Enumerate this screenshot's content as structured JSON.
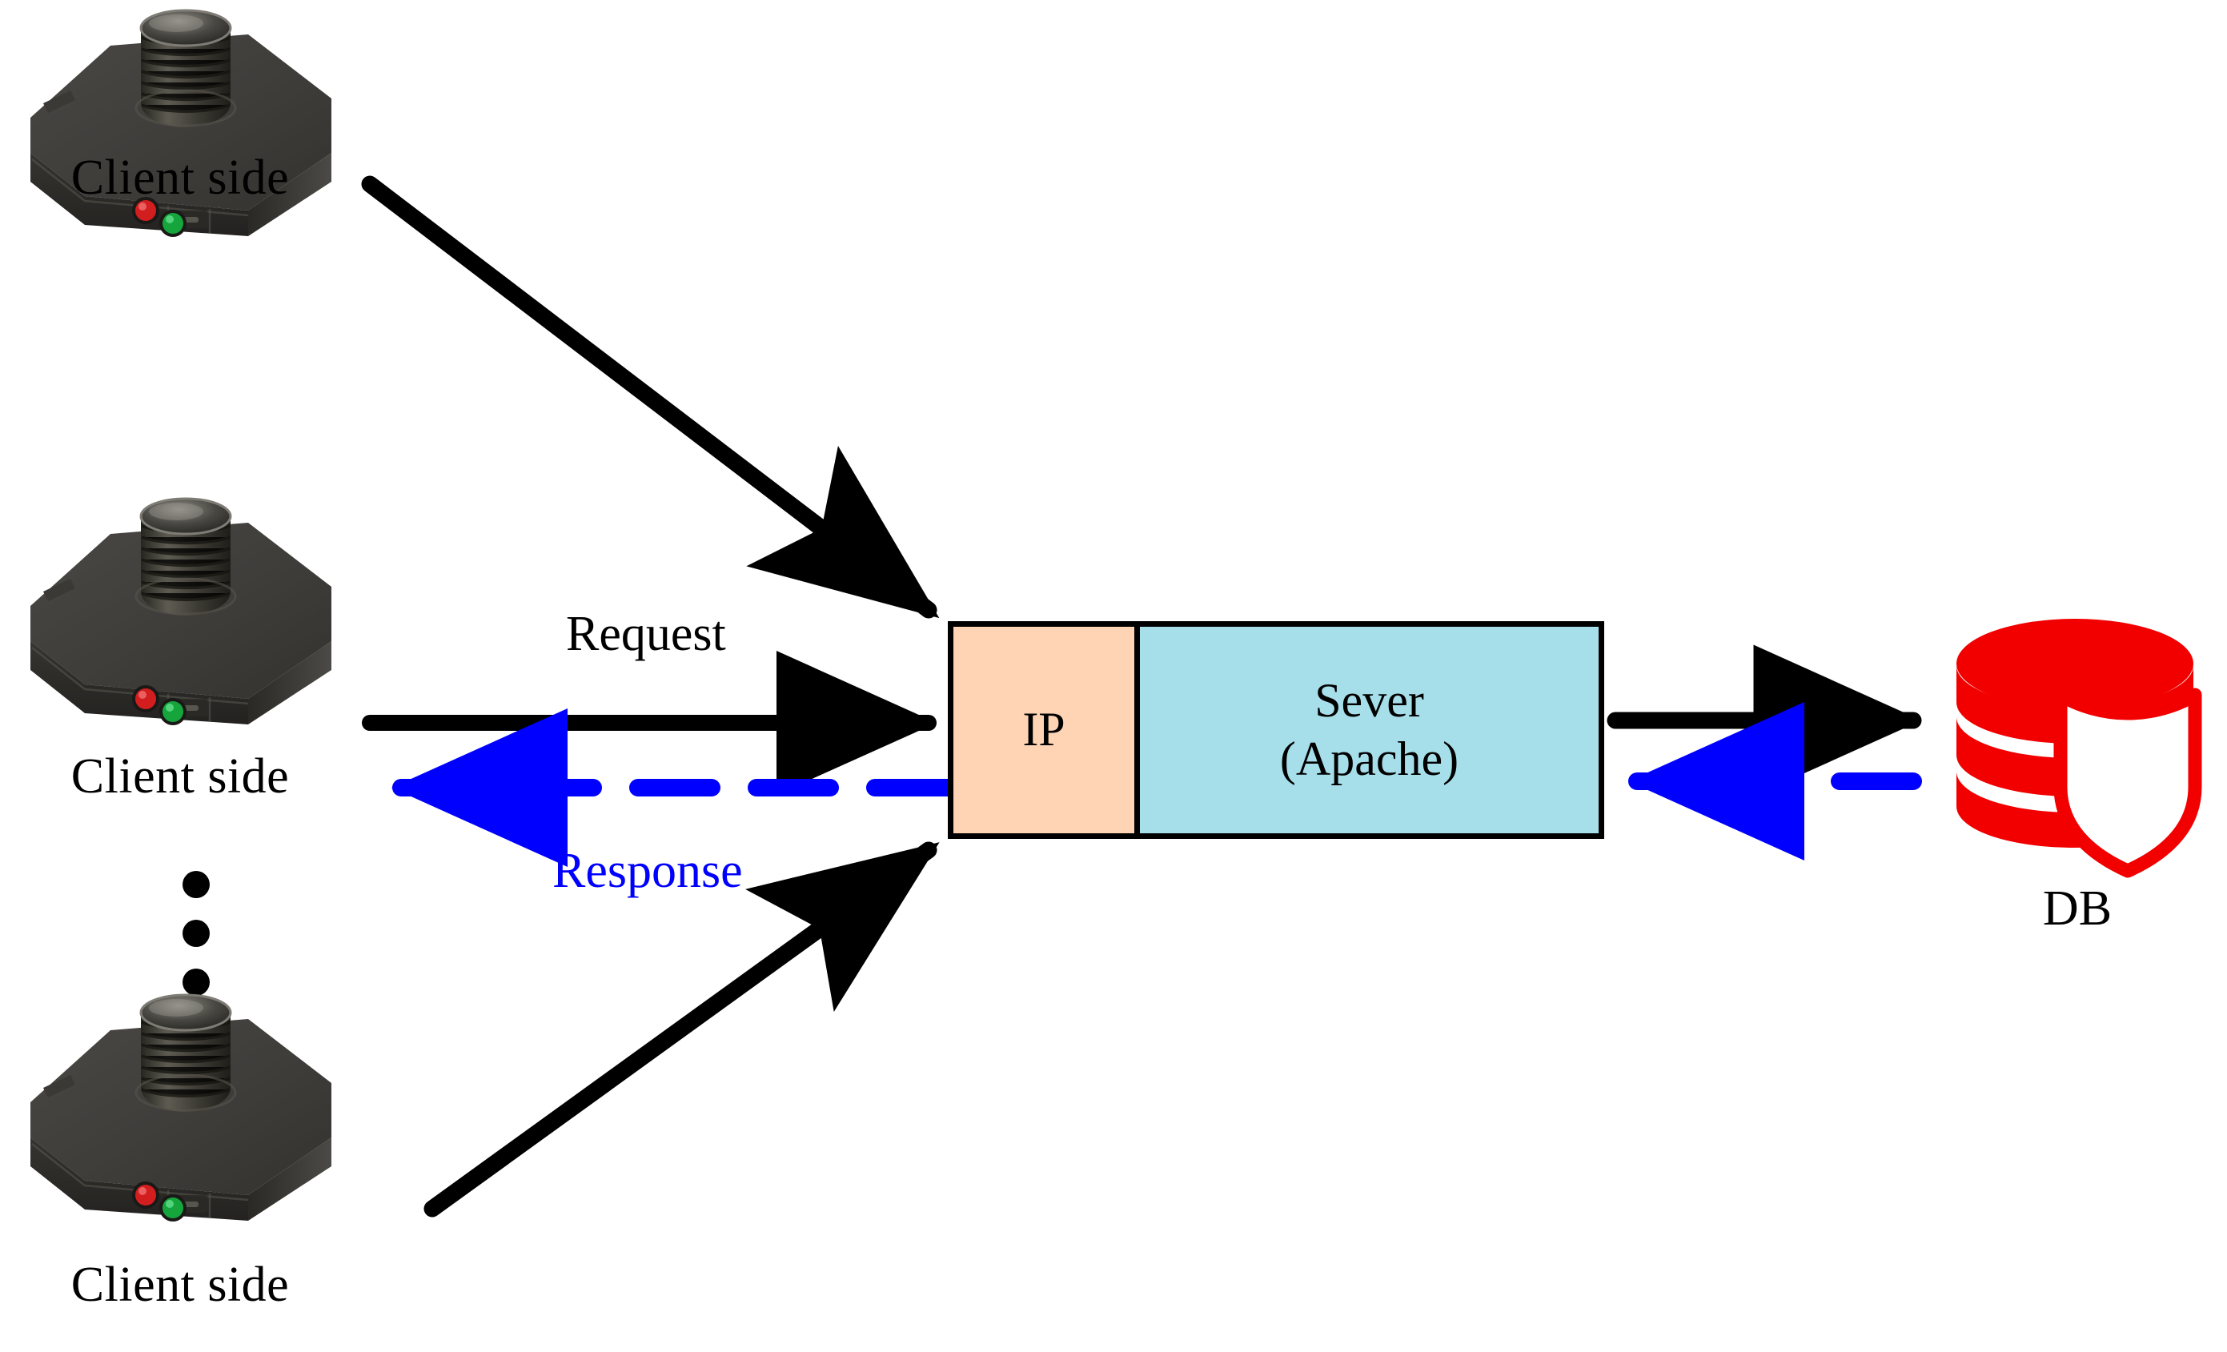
{
  "diagram": {
    "title": "Client side to Server (Apache) to DB request/response architecture",
    "background_color": "#FFFFFF"
  },
  "clients": [
    {
      "label": "Client side",
      "device_icon": "camera-sensor-device-icon"
    },
    {
      "label": "Client side",
      "device_icon": "camera-sensor-device-icon"
    },
    {
      "label": "Client side",
      "device_icon": "camera-sensor-device-icon"
    }
  ],
  "ellipsis": {
    "name": "vertical-ellipsis",
    "dot_count": 3
  },
  "server": {
    "ip_label": "IP",
    "ip_color": "#FED4B4",
    "server_label_line1": "Sever",
    "server_label_line2": "(Apache)",
    "server_color": "#A6DEEA",
    "border_color": "#000000"
  },
  "database": {
    "label": "DB",
    "icon": "database-shield-icon",
    "color": "#F20000",
    "shield_color": "#FFFFFF"
  },
  "edges": {
    "request": {
      "label": "Request",
      "color": "#000000",
      "style": "solid",
      "direction": "client-to-server"
    },
    "response": {
      "label": "Response",
      "color": "#0000FF",
      "style": "dashed",
      "direction": "server-to-client"
    },
    "server_to_db": {
      "label": "",
      "color": "#000000",
      "style": "solid",
      "direction": "server-to-db"
    },
    "db_to_server": {
      "label": "",
      "color": "#0000FF",
      "style": "dashed",
      "direction": "db-to-server"
    },
    "top_client_to_server": {
      "label": "",
      "color": "#000000",
      "style": "solid",
      "direction": "client-to-server"
    },
    "bottom_client_to_server": {
      "label": "",
      "color": "#000000",
      "style": "solid",
      "direction": "client-to-server"
    }
  },
  "colors": {
    "black": "#000000",
    "blue": "#0000FF",
    "peach": "#FED4B4",
    "cyan": "#A6DEEA",
    "db_red": "#F20000",
    "device_body": "#3C3B38",
    "led_red": "#D21E1E",
    "led_green": "#15A53C"
  }
}
